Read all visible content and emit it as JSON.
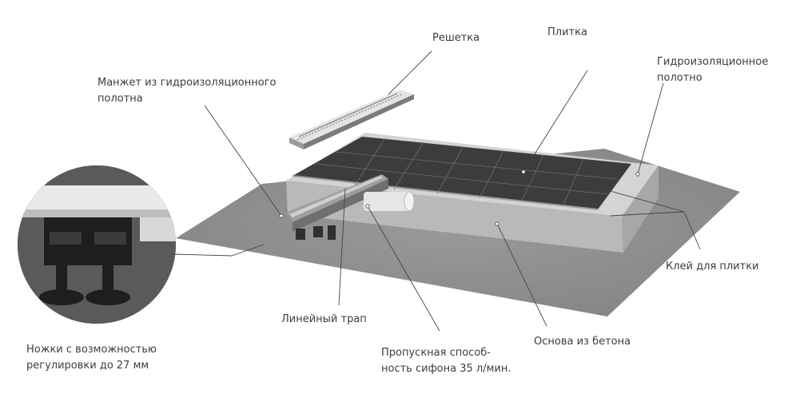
{
  "labels": {
    "grate": "Решетка",
    "tile": "Плитка",
    "cuff": [
      "Манжет из гидроизоляционного",
      "полотна"
    ],
    "membrane": [
      "Гидроизоляционное",
      "полотно"
    ],
    "adhesive": "Клей для плитки",
    "drain": "Линейный трап",
    "siphon": [
      "Пропускная способ-",
      "ность сифона 35 л/мин."
    ],
    "base": "Основа из бетона",
    "legs": [
      "Ножки с возможностью",
      "регулировки до 27 мм"
    ]
  },
  "colors": {
    "floor": "#8e8e8e",
    "slab_top": "#d4d4d4",
    "slab_front": "#b9b9b9",
    "slab_side": "#a7a7a7",
    "tile": "#3c3c3c",
    "tile_grout": "#6e6e6e",
    "leader": "#444444",
    "text": "#3d3d3d"
  }
}
